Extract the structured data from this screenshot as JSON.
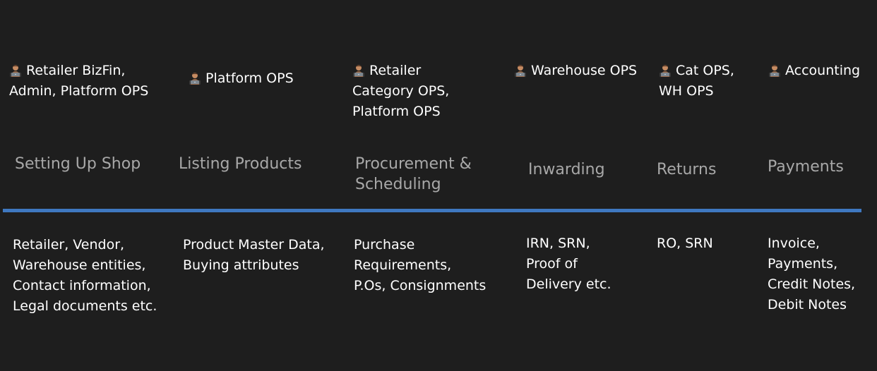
{
  "accent_color": "#3f78c0",
  "stages": [
    {
      "owner_icon": "person-at-laptop-icon",
      "owners": "Retailer BizFin,\nAdmin, Platform OPS",
      "title": "Setting Up Shop",
      "details": "Retailer, Vendor,\nWarehouse entities,\nContact information,\nLegal documents etc."
    },
    {
      "owner_icon": "person-at-laptop-icon",
      "owners": "Platform OPS",
      "title": "Listing Products",
      "details": "Product Master Data,\nBuying attributes"
    },
    {
      "owner_icon": "person-at-laptop-icon",
      "owners": "Retailer\nCategory OPS,\nPlatform OPS",
      "title": "Procurement &\nScheduling",
      "details": "Purchase\nRequirements,\nP.Os, Consignments"
    },
    {
      "owner_icon": "person-at-laptop-icon",
      "owners": "Warehouse OPS",
      "title": "Inwarding",
      "details": "IRN, SRN,\nProof of\nDelivery etc."
    },
    {
      "owner_icon": "person-at-laptop-icon",
      "owners": "Cat OPS,\nWH OPS",
      "title": "Returns",
      "details": "RO, SRN"
    },
    {
      "owner_icon": "person-at-laptop-icon",
      "owners": "Accounting",
      "title": "Payments",
      "details": "Invoice,\nPayments,\nCredit Notes,\nDebit Notes"
    }
  ]
}
